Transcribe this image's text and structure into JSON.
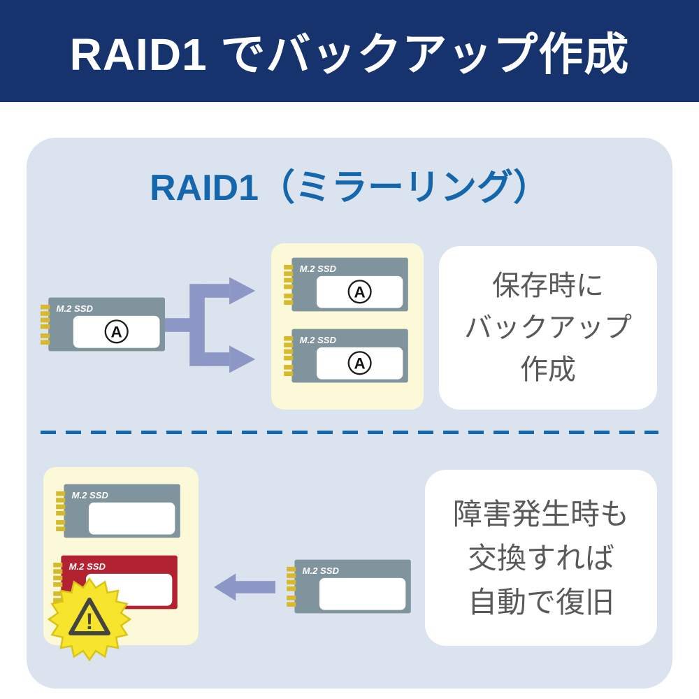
{
  "header": {
    "title": "RAID1 でバックアップ作成"
  },
  "diagram": {
    "title": "RAID1（ミラーリング）",
    "mirror_section": {
      "source_ssd": {
        "label": "M.2 SSD",
        "letter": "A"
      },
      "mirror_ssd_top": {
        "label": "M.2 SSD",
        "letter": "A"
      },
      "mirror_ssd_bottom": {
        "label": "M.2 SSD",
        "letter": "A"
      },
      "caption": {
        "line1": "保存時に",
        "line2": "バックアップ",
        "line3": "作成"
      }
    },
    "recovery_section": {
      "healthy_ssd": {
        "label": "M.2 SSD"
      },
      "failed_ssd": {
        "label": "M.2 SSD"
      },
      "warning_mark": "!",
      "replacement_ssd": {
        "label": "M.2 SSD"
      },
      "caption": {
        "line1": "障害発生時も",
        "line2": "交換すれば",
        "line3": "自動で復旧"
      }
    }
  },
  "colors": {
    "header_bg": "#16336e",
    "panel_bg": "#dbe3ee",
    "accent_blue": "#1467ad",
    "highlight_yellow": "#fbf9d8",
    "ssd_gray": "#7f949c",
    "ssd_red": "#b22230",
    "pin_gold": "#d6b92c",
    "arrow_purple": "#8d97c6",
    "warning_yellow": "#f6e52c",
    "caption_text": "#595959"
  }
}
